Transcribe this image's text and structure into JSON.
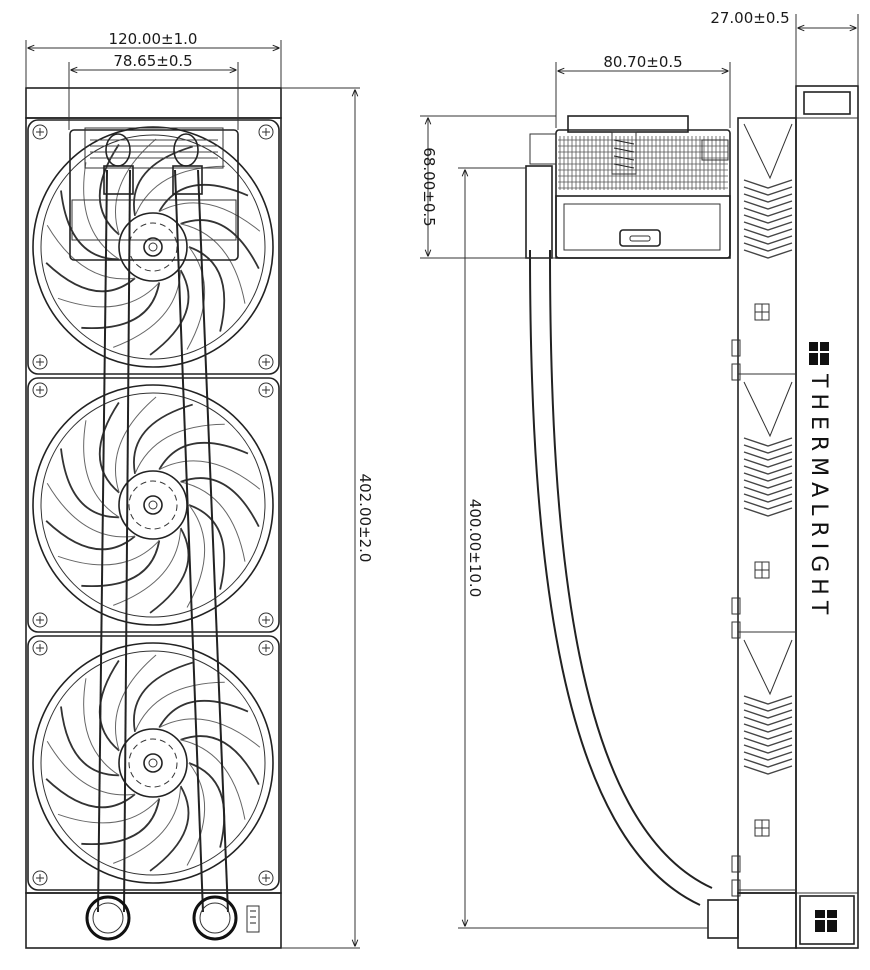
{
  "drawing": {
    "front_view": {
      "width_overall": "120.00±1.0",
      "tube_spacing": "78.65±0.5",
      "height_overall": "402.00±2.0"
    },
    "side_view": {
      "thickness": "27.00±0.5",
      "pump_width": "80.70±0.5",
      "pump_height": "68.00±0.5",
      "tube_length": "400.00±10.0",
      "brand": "THERMALRIGHT"
    }
  }
}
